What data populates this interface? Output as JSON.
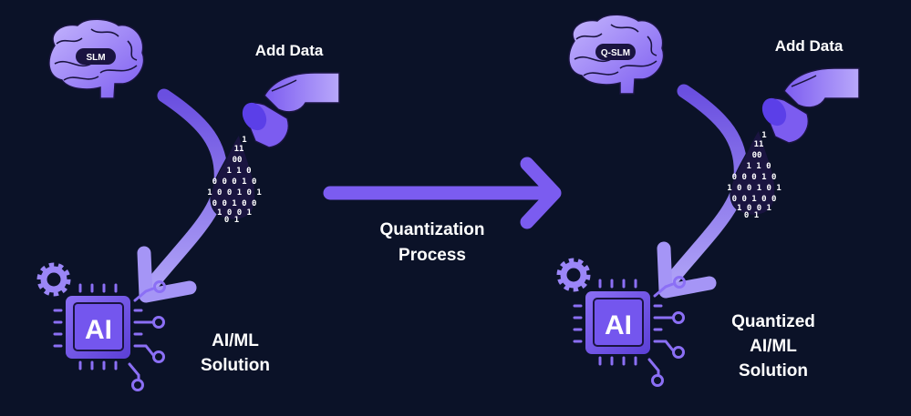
{
  "colors": {
    "background": "#0b1228",
    "accent": "#7b5cf0",
    "accent_light": "#a898f5"
  },
  "panels": [
    {
      "model_label": "SLM",
      "add_data_label": "Add Data",
      "chip_label": "AI",
      "solution_lines": [
        "",
        "AI/ML",
        "Solution"
      ],
      "bits": [
        "1",
        "11",
        "00",
        "1 1 0",
        "0 0 0 1 0",
        "1 0 0 1 0 1",
        "0 0 1 0 0",
        "1 0 0 1",
        "0 1"
      ]
    },
    {
      "model_label": "Q-SLM",
      "add_data_label": "Add Data",
      "chip_label": "AI",
      "solution_lines": [
        "Quantized",
        "AI/ML",
        "Solution"
      ],
      "bits": [
        "1",
        "11",
        "00",
        "1 1 0",
        "0 0 0 1 0",
        "1 0 0 1 0 1",
        "0 0 1 0 0",
        "1 0 0 1",
        "0 1"
      ]
    }
  ],
  "process": {
    "line1": "Quantization",
    "line2": "Process"
  }
}
